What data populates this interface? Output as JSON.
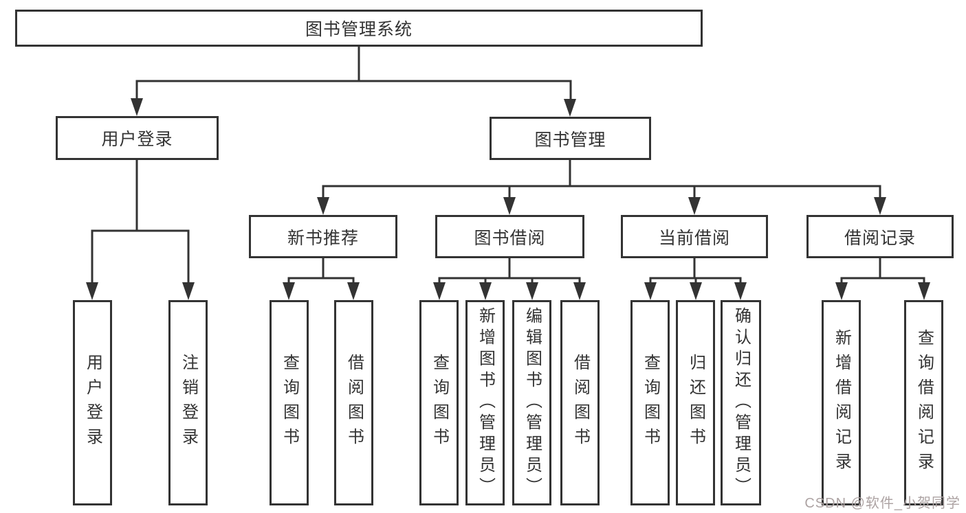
{
  "tree": {
    "root": {
      "label": "图书管理系统",
      "children": [
        {
          "label": "用户登录",
          "children": [
            {
              "label": "用户登录"
            },
            {
              "label": "注销登录"
            }
          ]
        },
        {
          "label": "图书管理",
          "children": [
            {
              "label": "新书推荐",
              "children": [
                {
                  "label": "查询图书"
                },
                {
                  "label": "借阅图书"
                }
              ]
            },
            {
              "label": "图书借阅",
              "children": [
                {
                  "label": "查询图书"
                },
                {
                  "label": "新增图书（管理员）"
                },
                {
                  "label": "编辑图书（管理员）"
                },
                {
                  "label": "借阅图书"
                }
              ]
            },
            {
              "label": "当前借阅",
              "children": [
                {
                  "label": "查询图书"
                },
                {
                  "label": "归还图书"
                },
                {
                  "label": "确认归还（管理员）"
                }
              ]
            },
            {
              "label": "借阅记录",
              "children": [
                {
                  "label": "新增借阅记录"
                },
                {
                  "label": "查询借阅记录"
                }
              ]
            }
          ]
        }
      ]
    }
  },
  "watermark": {
    "text": "CSDN @软件_小贺同学"
  },
  "colors": {
    "line": "#333333",
    "box_border": "#333333",
    "box_fill": "#ffffff",
    "text": "#333333",
    "watermark": "#ada3a3",
    "background": "#ffffff"
  }
}
